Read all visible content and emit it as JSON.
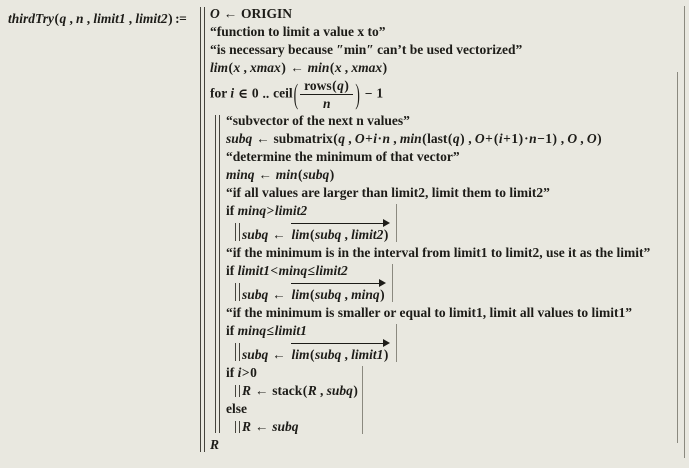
{
  "colors": {
    "background": "#e9e8e0",
    "text": "#1d1c18",
    "program_bar": "#45433c",
    "extent_line": "#8b897f"
  },
  "math": {
    "defn": [
      [
        "v",
        "thirdTry"
      ],
      [
        "o",
        "("
      ],
      [
        "v",
        "q"
      ],
      [
        "o",
        " , "
      ],
      [
        "v",
        "n"
      ],
      [
        "o",
        " , "
      ],
      [
        "v",
        "limit1"
      ],
      [
        "o",
        " , "
      ],
      [
        "v",
        "limit2"
      ],
      [
        "o",
        ")"
      ],
      [
        "as",
        ":="
      ]
    ],
    "l_origin": [
      [
        "v",
        "O"
      ],
      [
        "o",
        " ← "
      ],
      [
        "k",
        "ORIGIN"
      ]
    ],
    "s_func": [
      [
        "s",
        "“function to limit a value x to”"
      ]
    ],
    "s_nec": [
      [
        "s",
        "“is necessary because ″min″ can’t be used vectorized”"
      ]
    ],
    "l_lim": [
      [
        "v",
        "lim"
      ],
      [
        "o",
        "("
      ],
      [
        "v",
        "x"
      ],
      [
        "o",
        " , "
      ],
      [
        "v",
        "xmax"
      ],
      [
        "o",
        ")"
      ],
      [
        "o",
        " ← "
      ],
      [
        "v",
        "min"
      ],
      [
        "o",
        "("
      ],
      [
        "v",
        "x"
      ],
      [
        "o",
        " , "
      ],
      [
        "v",
        "xmax"
      ],
      [
        "o",
        ")"
      ]
    ],
    "l_for": [
      [
        "k",
        "for "
      ],
      [
        "v",
        "i"
      ],
      [
        "o",
        " ∈ "
      ],
      [
        "n",
        "0"
      ],
      [
        "o",
        " .. "
      ],
      [
        "k",
        "ceil"
      ],
      {
        "p": [
          {
            "f": {
              "n": [
                [
                  "k",
                  "rows"
                ],
                [
                  "o",
                  "("
                ],
                [
                  "v",
                  "q"
                ],
                [
                  "o",
                  ")"
                ]
              ],
              "d": [
                [
                  "v",
                  "n"
                ]
              ]
            }
          }
        ]
      },
      [
        "o",
        " − "
      ],
      [
        "n",
        "1"
      ]
    ],
    "s_subvec": [
      [
        "s",
        "“subvector of the next n values”"
      ]
    ],
    "l_submatrix": [
      [
        "v",
        "subq"
      ],
      [
        "o",
        " ← "
      ],
      [
        "k",
        "submatrix"
      ],
      [
        "o",
        "("
      ],
      [
        "v",
        "q"
      ],
      [
        "o",
        " , "
      ],
      [
        "v",
        "O"
      ],
      [
        "o",
        "+"
      ],
      [
        "v",
        "i"
      ],
      [
        "o",
        "·"
      ],
      [
        "v",
        "n"
      ],
      [
        "o",
        " , "
      ],
      [
        "v",
        "min"
      ],
      [
        "o",
        "("
      ],
      [
        "k",
        "last"
      ],
      [
        "o",
        "("
      ],
      [
        "v",
        "q"
      ],
      [
        "o",
        ")"
      ],
      [
        "o",
        " , "
      ],
      [
        "v",
        "O"
      ],
      [
        "o",
        "+"
      ],
      [
        "o",
        "("
      ],
      [
        "v",
        "i"
      ],
      [
        "o",
        "+"
      ],
      [
        "n",
        "1"
      ],
      [
        "o",
        ")"
      ],
      [
        "o",
        "·"
      ],
      [
        "v",
        "n"
      ],
      [
        "o",
        "−"
      ],
      [
        "n",
        "1"
      ],
      [
        "o",
        ")"
      ],
      [
        "o",
        " , "
      ],
      [
        "v",
        "O"
      ],
      [
        "o",
        " , "
      ],
      [
        "v",
        "O"
      ],
      [
        "o",
        ")"
      ]
    ],
    "s_det": [
      [
        "s",
        "“determine the minimum of that vector”"
      ]
    ],
    "l_minq": [
      [
        "v",
        "minq"
      ],
      [
        "o",
        " ← "
      ],
      [
        "v",
        "min"
      ],
      [
        "o",
        "("
      ],
      [
        "v",
        "subq"
      ],
      [
        "o",
        ")"
      ]
    ],
    "s_if2": [
      [
        "s",
        "“if all values are larger than limit2, limit them to limit2”"
      ]
    ],
    "l_if1": [
      [
        "k",
        "if "
      ],
      [
        "v",
        "minq"
      ],
      [
        "o",
        ">"
      ],
      [
        "v",
        "limit2"
      ]
    ],
    "b_1": [
      [
        "v",
        "subq"
      ],
      [
        "o",
        " ← "
      ],
      {
        "a": [
          [
            "v",
            "lim"
          ],
          [
            "o",
            "("
          ],
          [
            "v",
            "subq"
          ],
          [
            "o",
            " , "
          ],
          [
            "v",
            "limit2"
          ],
          [
            "o",
            ")"
          ]
        ]
      }
    ],
    "s_interval": [
      [
        "s",
        "“if the minimum is in the interval from limit1 to limit2, use it as the limit”"
      ]
    ],
    "l_if2": [
      [
        "k",
        "if "
      ],
      [
        "v",
        "limit1"
      ],
      [
        "o",
        "<"
      ],
      [
        "v",
        "minq"
      ],
      [
        "o",
        "≤"
      ],
      [
        "v",
        "limit2"
      ]
    ],
    "b_2": [
      [
        "v",
        "subq"
      ],
      [
        "o",
        " ← "
      ],
      {
        "a": [
          [
            "v",
            "lim"
          ],
          [
            "o",
            "("
          ],
          [
            "v",
            "subq"
          ],
          [
            "o",
            " , "
          ],
          [
            "v",
            "minq"
          ],
          [
            "o",
            ")"
          ]
        ]
      }
    ],
    "s_smaller": [
      [
        "s",
        "“if the minimum is smaller or equal to limit1, limit all values to limit1”"
      ]
    ],
    "l_if3": [
      [
        "k",
        "if "
      ],
      [
        "v",
        "minq"
      ],
      [
        "o",
        "≤"
      ],
      [
        "v",
        "limit1"
      ]
    ],
    "b_3": [
      [
        "v",
        "subq"
      ],
      [
        "o",
        " ← "
      ],
      {
        "a": [
          [
            "v",
            "lim"
          ],
          [
            "o",
            "("
          ],
          [
            "v",
            "subq"
          ],
          [
            "o",
            " , "
          ],
          [
            "v",
            "limit1"
          ],
          [
            "o",
            ")"
          ]
        ]
      }
    ],
    "l_if4": [
      [
        "k",
        "if "
      ],
      [
        "v",
        "i"
      ],
      [
        "o",
        ">"
      ],
      [
        "n",
        "0"
      ]
    ],
    "b_4": [
      [
        "v",
        "R"
      ],
      [
        "o",
        " ← "
      ],
      [
        "k",
        "stack"
      ],
      [
        "o",
        "("
      ],
      [
        "v",
        "R"
      ],
      [
        "o",
        " , "
      ],
      [
        "v",
        "subq"
      ],
      [
        "o",
        ")"
      ]
    ],
    "l_else": [
      [
        "k",
        "else"
      ]
    ],
    "b_5": [
      [
        "v",
        "R"
      ],
      [
        "o",
        " ← "
      ],
      [
        "v",
        "subq"
      ]
    ],
    "l_ret": [
      [
        "v",
        "R"
      ]
    ]
  }
}
